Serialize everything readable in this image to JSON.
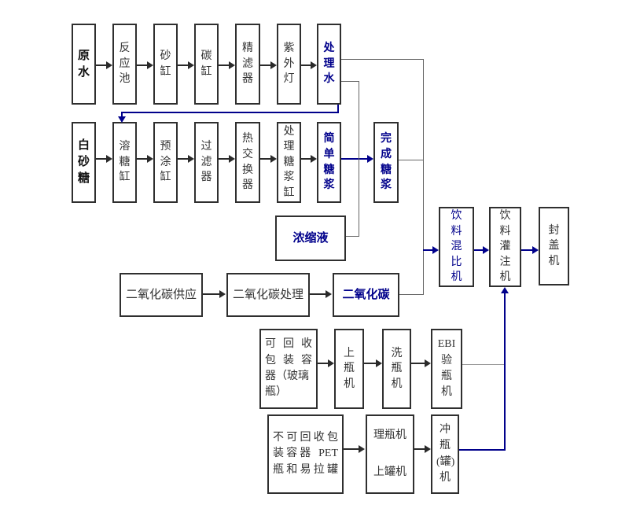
{
  "diagram_title": "beverage-production-flowchart",
  "colors": {
    "navy": "#00008b",
    "black_line": "#2a2a2a",
    "connector_gray": "#666666",
    "border": "#2f2f2f",
    "background": "#ffffff"
  },
  "nodes": {
    "raw_water": {
      "label": "原水"
    },
    "reaction_pool": {
      "label": "反应池"
    },
    "sand_tank": {
      "label": "砂缸"
    },
    "carbon_tank": {
      "label": "碳缸"
    },
    "fine_filter": {
      "label": "精滤器"
    },
    "uv_lamp": {
      "label": "紫外灯"
    },
    "treated_water": {
      "label": "处理水"
    },
    "white_sugar": {
      "label": "白砂糖"
    },
    "sugar_dissolving_tank": {
      "label": "溶糖缸"
    },
    "precoat_tank": {
      "label": "预涂缸"
    },
    "filter": {
      "label": "过滤器"
    },
    "heat_exchanger": {
      "label": "热交换器"
    },
    "syrup_treatment_tank": {
      "label": "处理糖浆缸"
    },
    "simple_syrup": {
      "label": "简单糖浆"
    },
    "finished_syrup": {
      "label": "完成糖浆"
    },
    "concentrate": {
      "label": "浓缩液"
    },
    "co2_supply": {
      "label": "二氧化碳供应"
    },
    "co2_treatment": {
      "label": "二氧化碳处理"
    },
    "co2": {
      "label": "二氧化碳"
    },
    "beverage_mixer": {
      "label": "饮料混比机"
    },
    "beverage_filler": {
      "label": "饮料灌注机"
    },
    "capper": {
      "label": "封盖机"
    },
    "recyclable_container": {
      "lines": [
        "可回收",
        "包装容",
        "器（玻璃",
        "瓶）"
      ]
    },
    "bottle_loader": {
      "label": "上瓶机"
    },
    "bottle_washer": {
      "label": "洗瓶机"
    },
    "ebi_inspector": {
      "lines": [
        "EBI",
        "验",
        "瓶",
        "机"
      ]
    },
    "nonrecyclable_container": {
      "lines": [
        "不可回收包",
        "装容器 PET",
        "瓶和易拉罐"
      ]
    },
    "bottle_can_organizer": {
      "lines": [
        "理瓶机",
        "上罐机"
      ]
    },
    "rinser": {
      "lines": [
        "冲",
        "瓶",
        "(罐)",
        "机"
      ]
    }
  }
}
